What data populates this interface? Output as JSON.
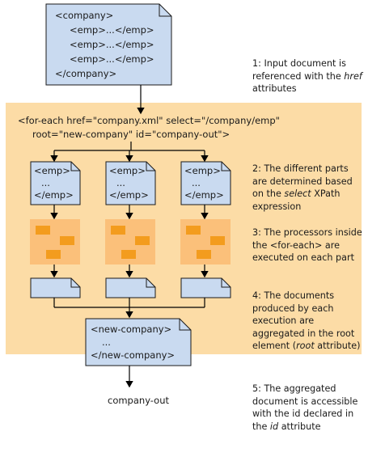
{
  "input_doc": {
    "lines": [
      "<company>",
      "<emp>...</emp>",
      "<emp>...</emp>",
      "<emp>...</emp>",
      "</company>"
    ]
  },
  "for_each": {
    "line1": "<for-each href=\"company.xml\" select=\"/company/emp\"",
    "line2": "root=\"new-company\" id=\"company-out\">"
  },
  "part_docs": [
    {
      "lines": [
        "<emp>",
        "...",
        "</emp>"
      ]
    },
    {
      "lines": [
        "<emp>",
        "...",
        "</emp>"
      ]
    },
    {
      "lines": [
        "<emp>",
        "...",
        "</emp>"
      ]
    }
  ],
  "aggregated_doc": {
    "lines": [
      "<new-company>",
      "...",
      "</new-company>"
    ]
  },
  "output_label": "company-out",
  "notes": {
    "n1": {
      "pre": "1: Input document is referenced with the ",
      "em": "href",
      "post": " attributes"
    },
    "n2": {
      "pre": "2: The different parts are determined based on the ",
      "em": "select",
      "post": " XPath expression"
    },
    "n3": {
      "pre": "3: The processors inside the <for-each> are executed on each part",
      "em": "",
      "post": ""
    },
    "n4": {
      "pre": "4: The documents produced by each execution are aggregated in the root element (",
      "em": "root",
      "post": " attribute)"
    },
    "n5": {
      "pre": "5: The aggregated document is accessible with the id declared in the ",
      "em": "id",
      "post": " attribute"
    }
  },
  "colors": {
    "band": "#fcdca6",
    "doc_fill": "#c9daf0",
    "doc_stroke": "#1a1a1a",
    "proc_bg": "#fbc07a",
    "proc_block": "#f39c1e",
    "arrow": "#000000"
  }
}
